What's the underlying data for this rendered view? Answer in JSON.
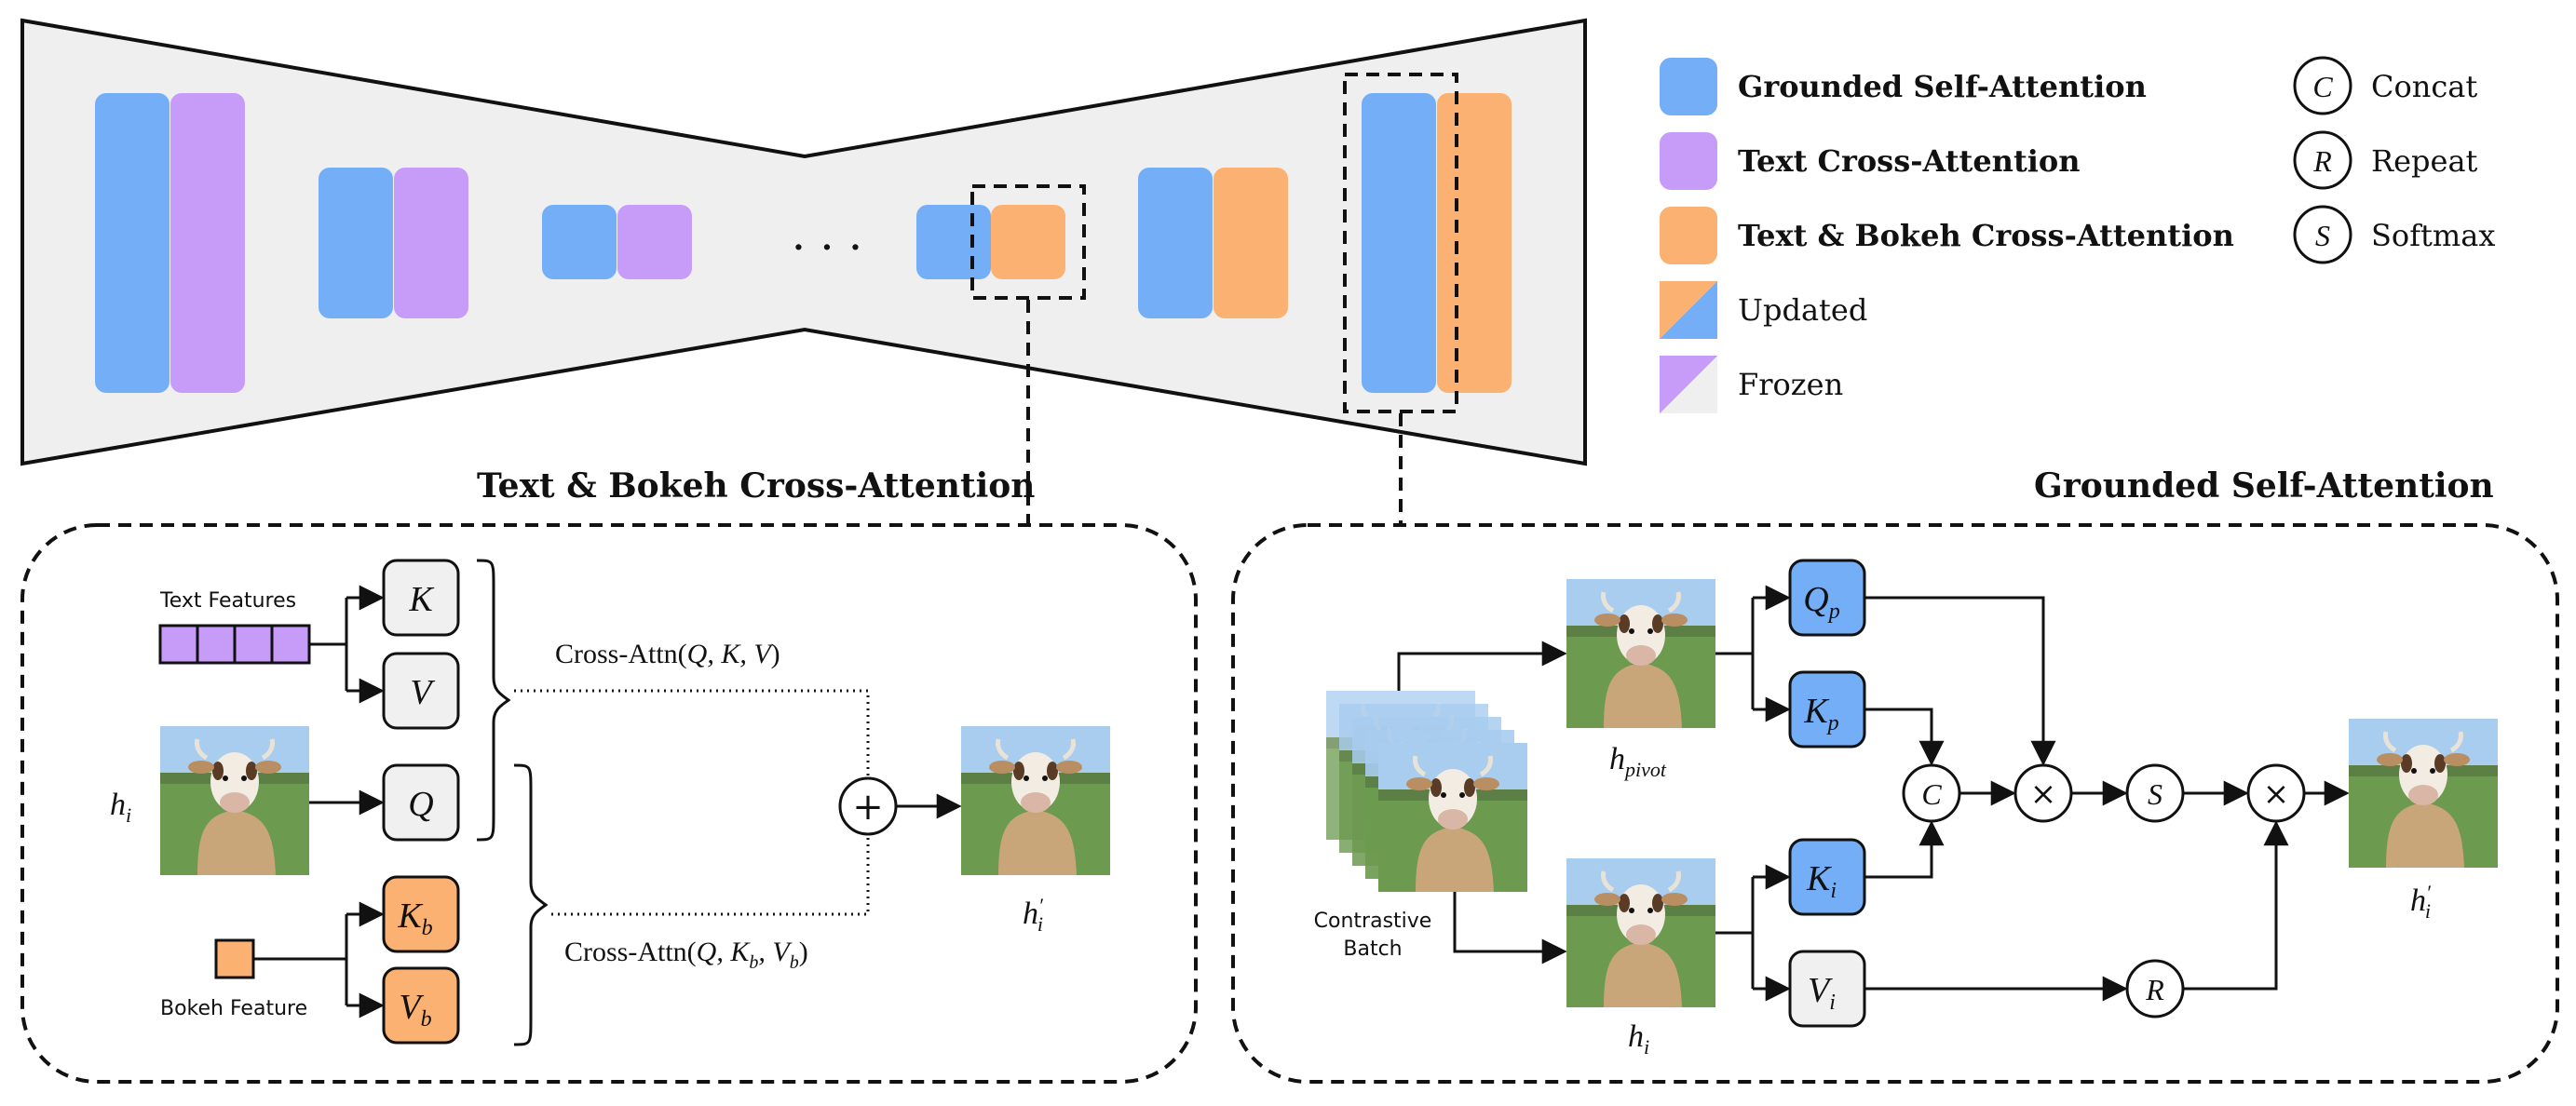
{
  "colors": {
    "blue": "#74aef7",
    "purple": "#c79cf9",
    "orange": "#fbb171",
    "gray_panel": "#efefef",
    "stroke": "#111111",
    "box_gray": "#f0f0f0",
    "grass": "#6c9a4f",
    "sky": "#9fc6ea",
    "cow": "#c9a57a"
  },
  "legend": {
    "grounded_self_attention": "Grounded Self-Attention",
    "text_cross_attention": "Text Cross-Attention",
    "text_bokeh_cross_attention": "Text & Bokeh Cross-Attention",
    "updated": "Updated",
    "frozen": "Frozen",
    "concat_symbol": "C",
    "concat": "Concat",
    "repeat_symbol": "R",
    "repeat": "Repeat",
    "softmax_symbol": "S",
    "softmax": "Softmax"
  },
  "unet": {
    "ellipsis": "· · ·"
  },
  "left_panel": {
    "title": "Text & Bokeh Cross-Attention",
    "text_features": "Text Features",
    "bokeh_feature": "Bokeh Feature",
    "k": "K",
    "v": "V",
    "q": "Q",
    "kb_main": "K",
    "kb_sub": "b",
    "vb_main": "V",
    "vb_sub": "b",
    "h_i_main": "h",
    "h_i_sub": "i",
    "cross_attn_1_prefix": "Cross-Attn(",
    "cross_attn_1_args": "Q, K, V",
    "cross_attn_1_suffix": ")",
    "cross_attn_2_prefix": "Cross-Attn(",
    "cross_attn_2_args_a": "Q, K",
    "cross_attn_2_sub_a": "b",
    "cross_attn_2_args_b": ", V",
    "cross_attn_2_sub_b": "b",
    "cross_attn_2_suffix": ")",
    "plus": "+",
    "h_prime_main": "h",
    "h_prime_sup": "′",
    "h_prime_sub": "i"
  },
  "right_panel": {
    "title": "Grounded Self-Attention",
    "contrastive": "Contrastive",
    "batch": "Batch",
    "h_pivot_main": "h",
    "h_pivot_sub": "pivot",
    "h_i_main": "h",
    "h_i_sub": "i",
    "qp_main": "Q",
    "qp_sub": "p",
    "kp_main": "K",
    "kp_sub": "p",
    "ki_main": "K",
    "ki_sub": "i",
    "vi_main": "V",
    "vi_sub": "i",
    "concat_symbol": "C",
    "times": "×",
    "softmax_symbol": "S",
    "repeat_symbol": "R",
    "h_prime_main": "h",
    "h_prime_sup": "′",
    "h_prime_sub": "i"
  }
}
